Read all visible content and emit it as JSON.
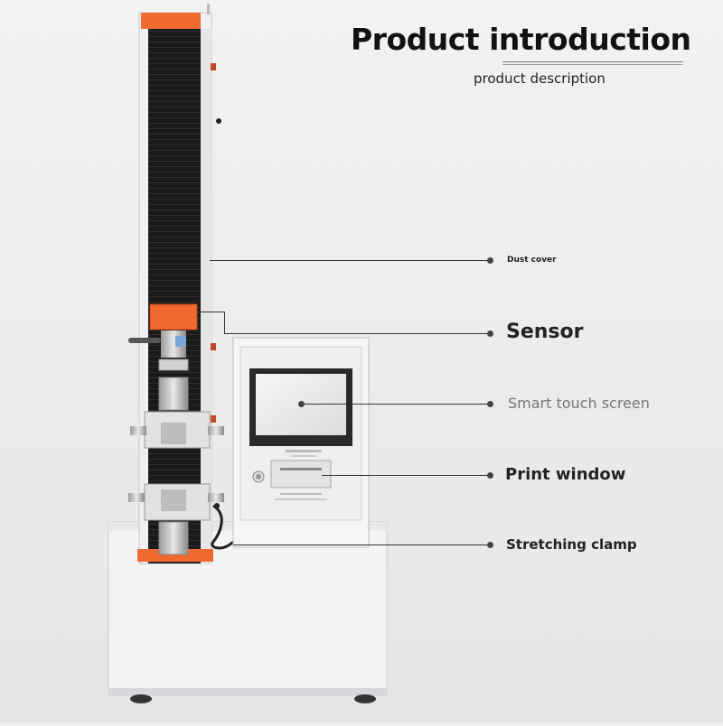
{
  "header": {
    "title": "Product introduction",
    "subtitle": "product description"
  },
  "callouts": {
    "dust_cover": "Dust cover",
    "sensor": "Sensor",
    "touch_screen": "Smart touch screen",
    "print_window": "Print window",
    "stretching_clamp": "Stretching clamp"
  },
  "colors": {
    "accent_orange": "#f06a30",
    "body_white": "#f4f4f6",
    "column_black": "#1c1c1c"
  }
}
